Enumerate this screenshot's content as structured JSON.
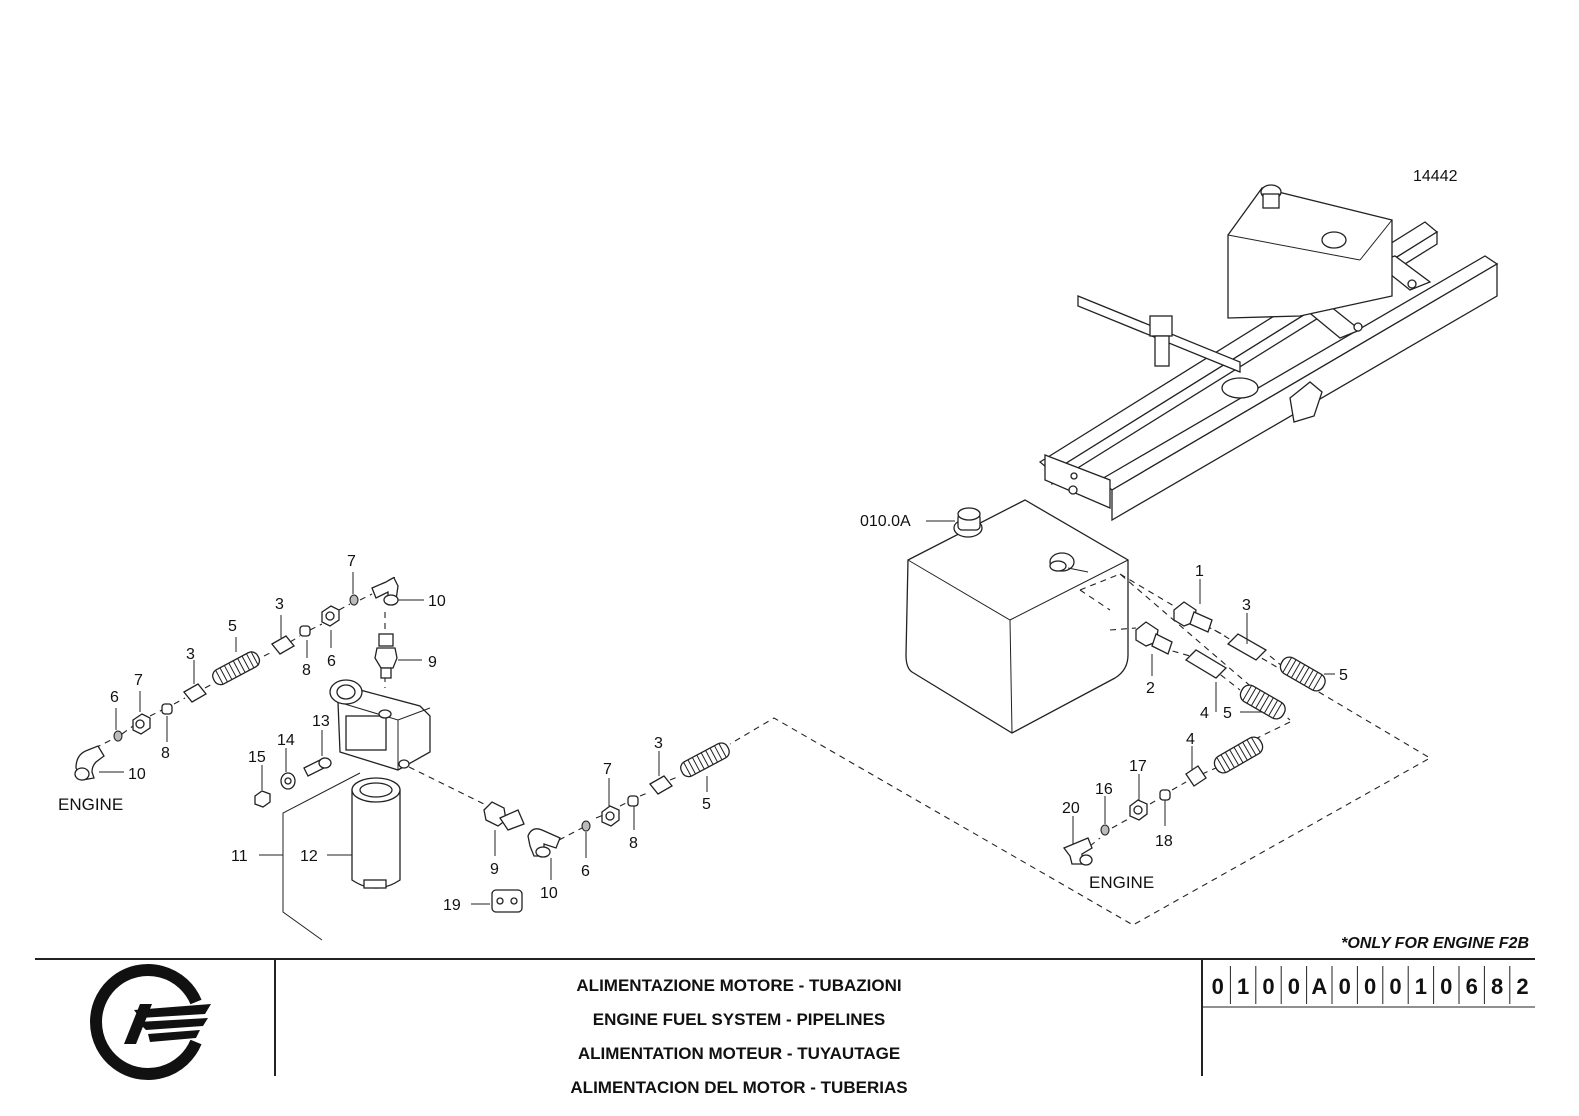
{
  "diagram": {
    "figure_number": "14442",
    "tank_ref": "010.0A",
    "engine_label_left": "ENGINE",
    "engine_label_right": "ENGINE",
    "callouts": {
      "c1": "1",
      "c2": "2",
      "c3a": "3",
      "c3b": "3",
      "c3c": "3",
      "c3d": "3",
      "c4a": "4",
      "c4b": "4",
      "c5a": "5",
      "c5b": "5",
      "c5c": "5",
      "c5d": "5",
      "c6a": "6",
      "c6b": "6",
      "c6c": "6",
      "c7a": "7",
      "c7b": "7",
      "c7c": "7",
      "c8a": "8",
      "c8b": "8",
      "c8c": "8",
      "c9a": "9",
      "c9b": "9",
      "c10a": "10",
      "c10b": "10",
      "c10c": "10",
      "c11": "11",
      "c12": "12",
      "c13": "13",
      "c14": "14",
      "c15": "15",
      "c16": "16",
      "c17": "17",
      "c18": "18",
      "c19": "19",
      "c20": "20"
    }
  },
  "note": "*ONLY FOR ENGINE F2B",
  "title_block": {
    "title_it": "ALIMENTAZIONE MOTORE - TUBAZIONI",
    "title_en": "ENGINE FUEL SYSTEM - PIPELINES",
    "title_fr": "ALIMENTATION MOTEUR - TUYAUTAGE",
    "title_es": "ALIMENTACION DEL MOTOR - TUBERIAS",
    "code_chars": [
      "0",
      "1",
      "0",
      "0",
      "A",
      "0",
      "0",
      "0",
      "1",
      "0",
      "6",
      "8",
      "2"
    ]
  },
  "logo": {
    "icon": "manufacturer-logo-icon"
  }
}
